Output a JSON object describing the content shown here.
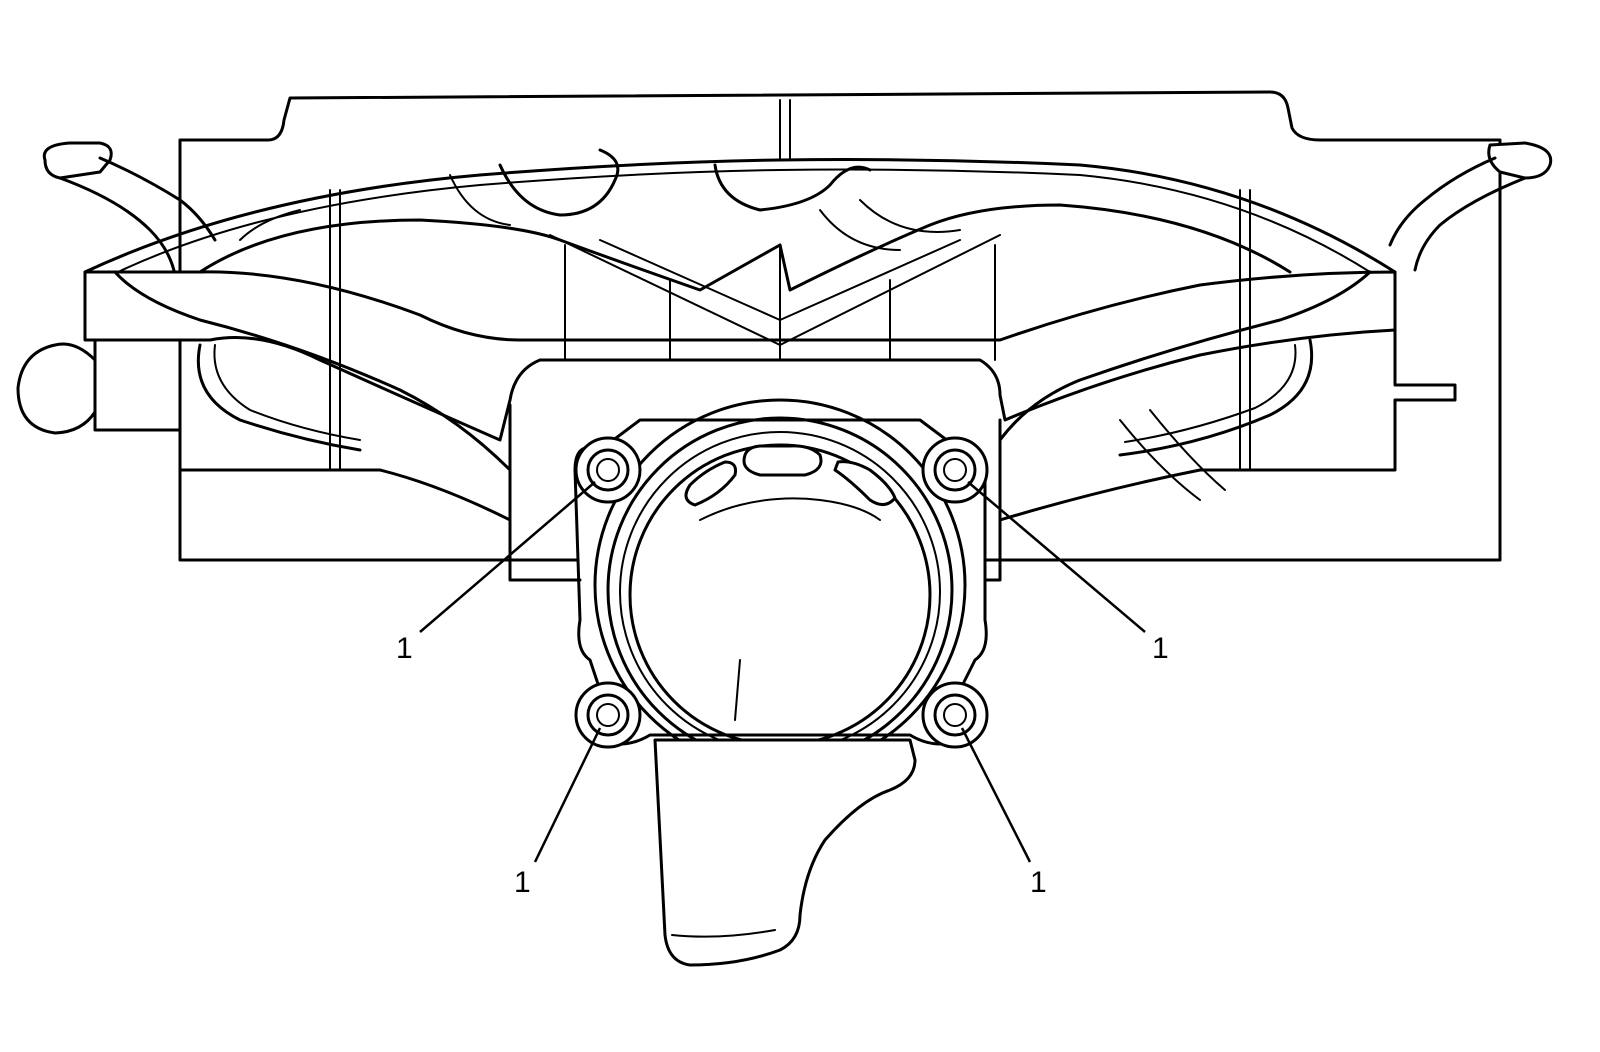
{
  "figure": {
    "background": "#ffffff",
    "ink": "#000000",
    "subject": "line-art",
    "callouts": [
      {
        "id": "upper-left",
        "label": "1"
      },
      {
        "id": "upper-right",
        "label": "1"
      },
      {
        "id": "lower-left",
        "label": "1"
      },
      {
        "id": "lower-right",
        "label": "1"
      }
    ]
  }
}
